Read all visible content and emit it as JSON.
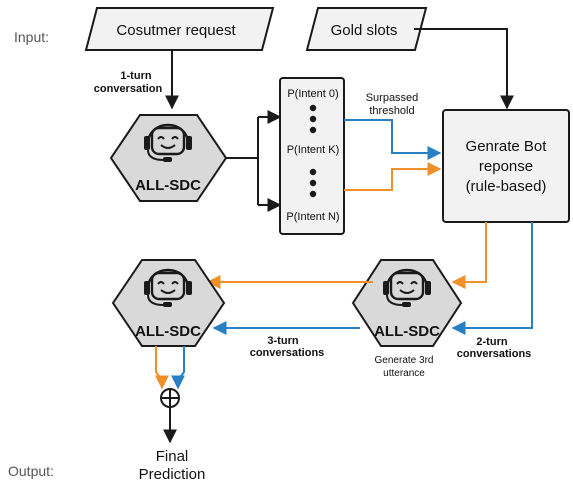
{
  "labels": {
    "input": "Input:",
    "output": "Output:"
  },
  "inputs": {
    "customer_request": "Cosutmer request",
    "gold_slots": "Gold slots"
  },
  "edges": {
    "one_turn_line1": "1-turn",
    "one_turn_line2": "conversation",
    "surpassed_line1": "Surpassed",
    "surpassed_line2": "threshold",
    "two_turn_line1": "2-turn",
    "two_turn_line2": "conversations",
    "three_turn_line1": "3-turn",
    "three_turn_line2": "conversations",
    "gen3_line1": "Generate 3rd",
    "gen3_line2": "utterance"
  },
  "intents": {
    "intent_0": "P(Intent 0)",
    "intent_k": "P(Intent K)",
    "intent_n": "P(Intent N)"
  },
  "bot_response": {
    "line1": "Genrate Bot",
    "line2": "reponse",
    "line3": "(rule-based)"
  },
  "models": {
    "top": "ALL-SDC",
    "bottom_left": "ALL-SDC",
    "bottom_right": "ALL-SDC"
  },
  "operator": {
    "symbol": "⊕"
  },
  "output": {
    "line1": "Final",
    "line2": "Prediction"
  },
  "colors": {
    "orange": "#f0902a",
    "blue": "#2a7fc4",
    "hex_fill": "#d9d9d9",
    "box_fill": "#f2f2f2",
    "stroke": "#1a1a1a"
  }
}
